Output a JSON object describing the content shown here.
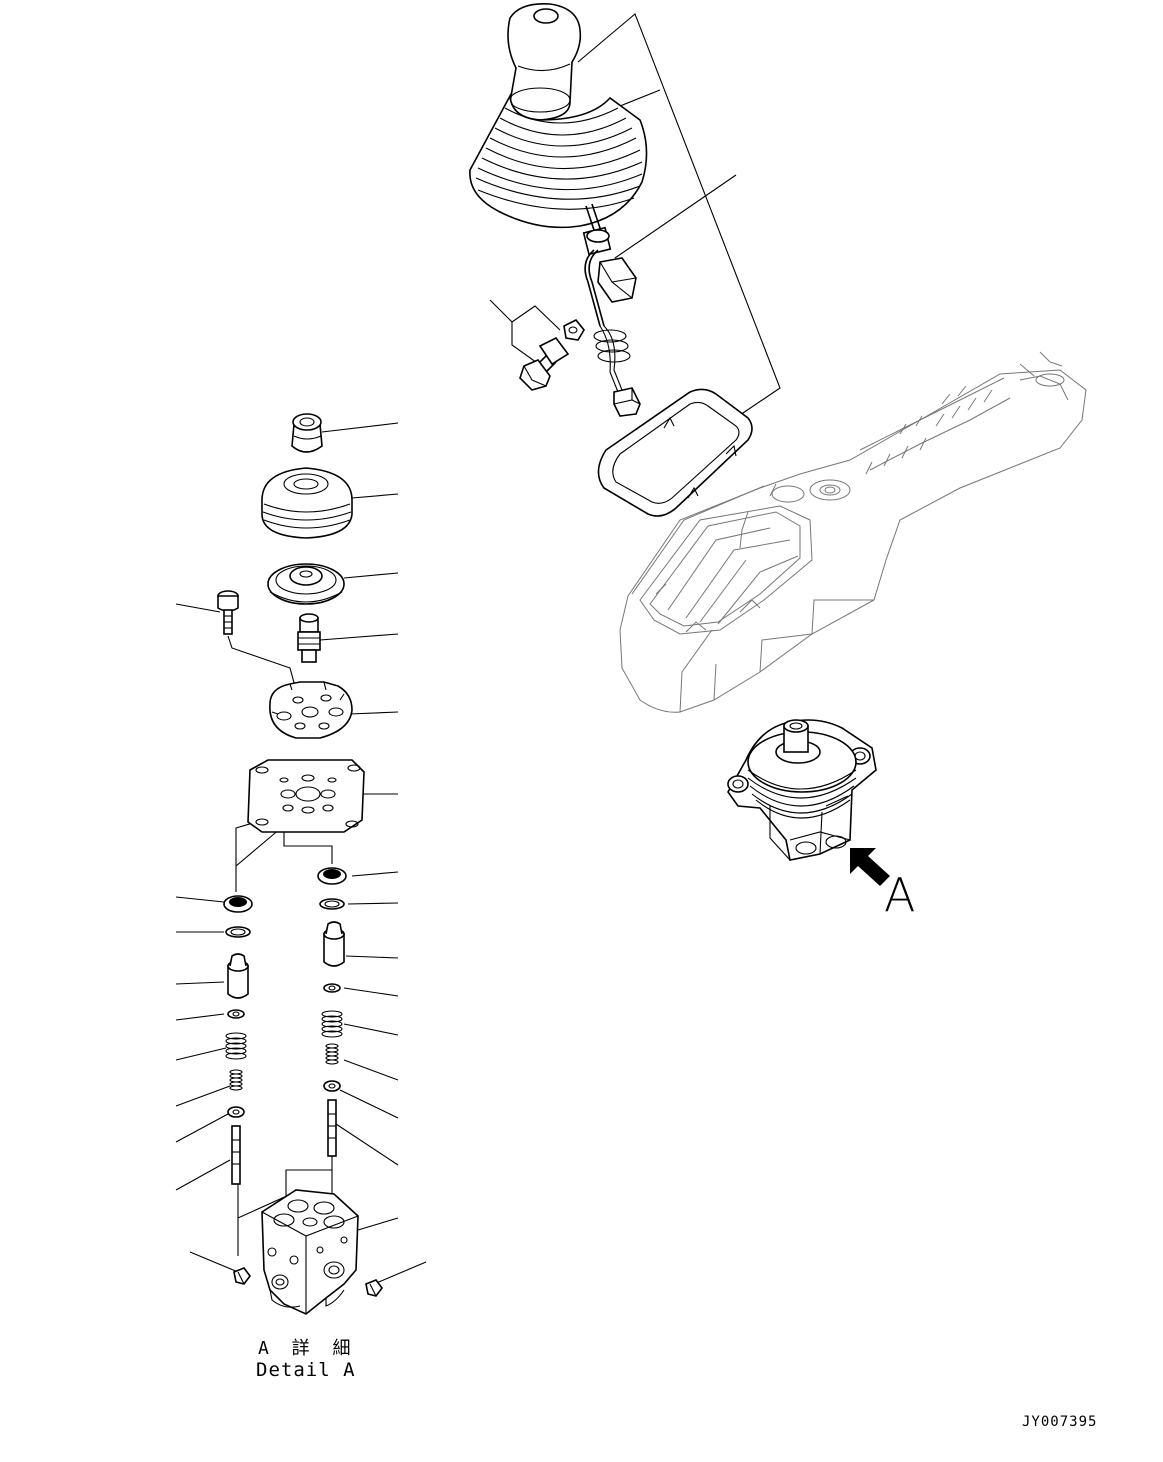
{
  "detail_label_jp": "A 詳 細",
  "detail_label_en": "Detail A",
  "view_marker": "A",
  "drawing_number": "JY007395",
  "icons": [
    "view-arrow-icon"
  ]
}
